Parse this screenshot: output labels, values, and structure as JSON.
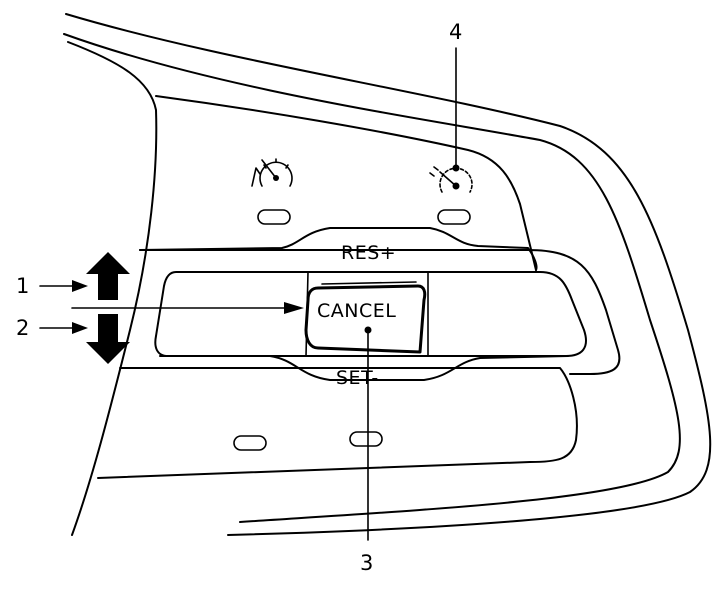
{
  "buttons": {
    "res_label": "RES+",
    "set_label": "SET-",
    "cancel_label": "CANCEL"
  },
  "callouts": [
    "1",
    "2",
    "3",
    "4"
  ],
  "icons": [
    "cruise-control-icon",
    "adaptive-cruise-control-icon",
    "up-arrow-icon",
    "down-arrow-icon"
  ]
}
